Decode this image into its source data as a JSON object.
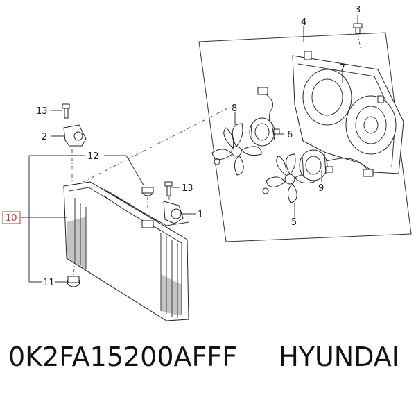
{
  "diagram": {
    "callouts": [
      {
        "id": "c1",
        "label": "1"
      },
      {
        "id": "c2",
        "label": "2"
      },
      {
        "id": "c3",
        "label": "3"
      },
      {
        "id": "c4",
        "label": "4"
      },
      {
        "id": "c5",
        "label": "5"
      },
      {
        "id": "c6",
        "label": "6"
      },
      {
        "id": "c7",
        "label": "7"
      },
      {
        "id": "c8",
        "label": "8"
      },
      {
        "id": "c9",
        "label": "9"
      },
      {
        "id": "c10",
        "label": "10",
        "highlight_color": "#d9534f"
      },
      {
        "id": "c11",
        "label": "11"
      },
      {
        "id": "c12",
        "label": "12"
      },
      {
        "id": "c13a",
        "label": "13"
      },
      {
        "id": "c13b",
        "label": "13"
      }
    ]
  },
  "caption": {
    "part_number": "0K2FA15200AFFF",
    "brand": "HYUNDAI"
  }
}
